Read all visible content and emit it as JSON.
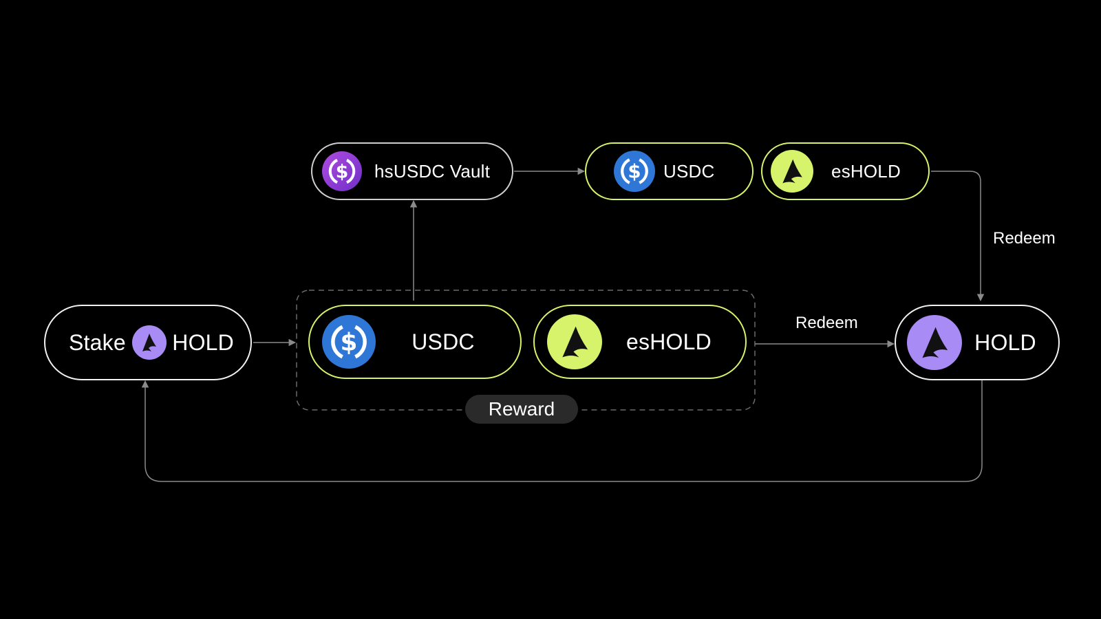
{
  "nodes": {
    "stake": {
      "prefix": "Stake",
      "token": "HOLD",
      "icon": "hold-logo-icon"
    },
    "reward_usdc": {
      "label": "USDC",
      "icon": "usdc-logo-icon"
    },
    "reward_eshold": {
      "label": "esHOLD",
      "icon": "eshold-logo-icon"
    },
    "vault": {
      "label": "hsUSDC Vault",
      "icon": "hsusdc-logo-icon"
    },
    "top_usdc": {
      "label": "USDC",
      "icon": "usdc-logo-icon"
    },
    "top_eshold": {
      "label": "esHOLD",
      "icon": "eshold-logo-icon"
    },
    "hold": {
      "label": "HOLD",
      "icon": "hold-logo-icon"
    }
  },
  "group": {
    "label": "Reward"
  },
  "edges": {
    "top_redeem": "Redeem",
    "middle_redeem": "Redeem"
  },
  "colors": {
    "background": "#000000",
    "hold_purple": "#a98bf5",
    "eshold_lime": "#d6f36b",
    "usdc_blue": "#2f77d6",
    "hsusdc_purple": "#8b3fd9",
    "connector_grey": "#8a8a8a"
  }
}
